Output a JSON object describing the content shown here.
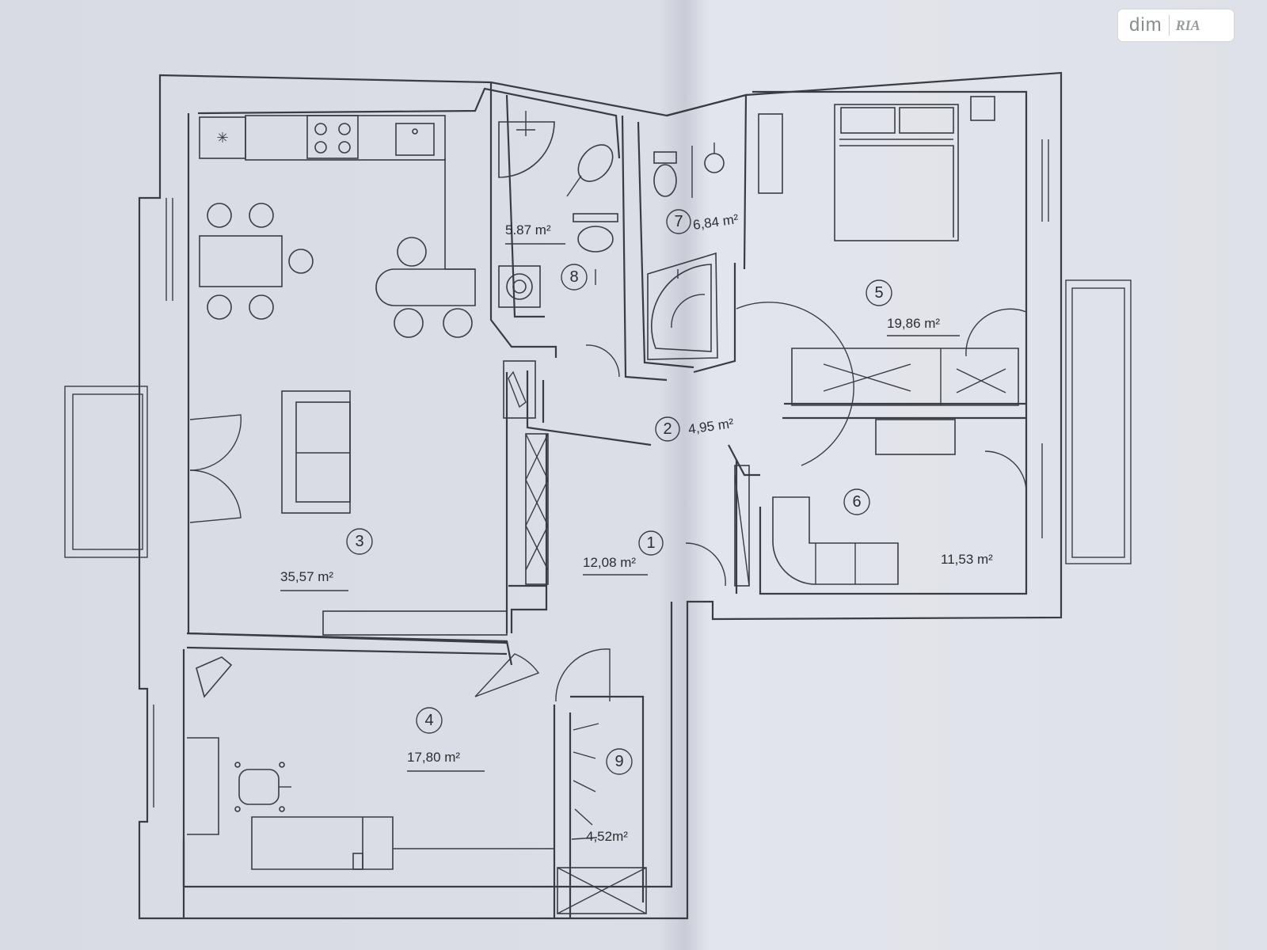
{
  "watermark": {
    "brand": "dim",
    "logo": "RIA"
  },
  "rooms": [
    {
      "number": "1",
      "area": "12,08 m²"
    },
    {
      "number": "2",
      "area": "4,95 m²"
    },
    {
      "number": "3",
      "area": "35,57 m²"
    },
    {
      "number": "4",
      "area": "17,80 m²"
    },
    {
      "number": "5",
      "area": "19,86 m²"
    },
    {
      "number": "6",
      "area": "11,53 m²"
    },
    {
      "number": "7",
      "area": "6,84 m²"
    },
    {
      "number": "8",
      "area": "5.87 m²"
    },
    {
      "number": "9",
      "area": "4,52m²"
    }
  ]
}
